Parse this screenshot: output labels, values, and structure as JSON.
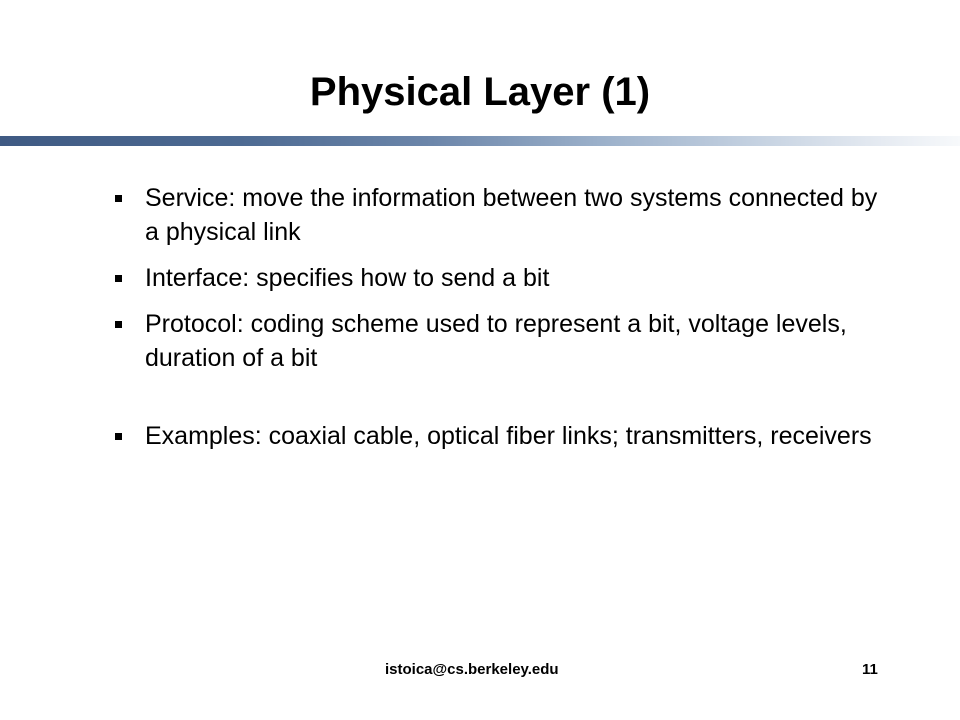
{
  "slide": {
    "title": "Physical Layer (1)",
    "bullets": [
      "Service: move the information between two systems connected by a physical link",
      "Interface: specifies how to send a bit",
      "Protocol: coding scheme used to represent a bit, voltage levels, duration of a bit",
      "Examples: coaxial cable, optical fiber links; transmitters, receivers"
    ],
    "footer": {
      "email": "istoica@cs.berkeley.edu",
      "page_number": "11"
    }
  },
  "colors": {
    "title_rule_start": "#3f5a83",
    "title_rule_end": "#f7f9fb"
  }
}
